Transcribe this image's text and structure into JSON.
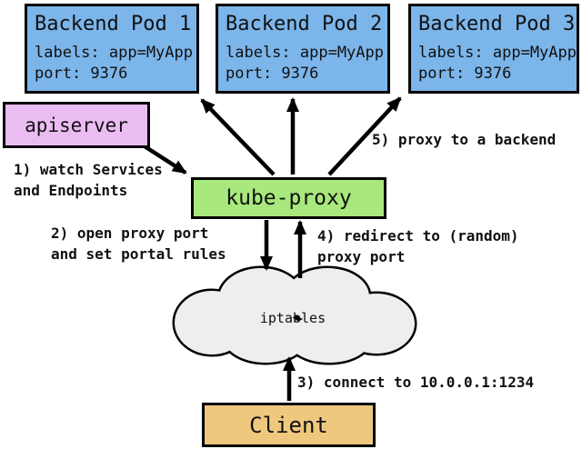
{
  "diagram": {
    "colors": {
      "pod_fill": "#7CB5EA",
      "apiserver_fill": "#EBBCF2",
      "kubeproxy_fill": "#A8E87C",
      "client_fill": "#EFC87F",
      "cloud_fill": "#EEEEEE",
      "line_color": "#000000"
    },
    "pods": [
      {
        "title": "Backend Pod 1",
        "labels_line": "labels: app=MyApp",
        "port_line": "port: 9376"
      },
      {
        "title": "Backend Pod 2",
        "labels_line": "labels: app=MyApp",
        "port_line": "port: 9376"
      },
      {
        "title": "Backend Pod 3",
        "labels_line": "labels: app=MyApp",
        "port_line": "port: 9376"
      }
    ],
    "nodes": {
      "apiserver": {
        "label": "apiserver"
      },
      "kube_proxy": {
        "label": "kube-proxy"
      },
      "iptables": {
        "label": "iptables"
      },
      "client": {
        "label": "Client"
      }
    },
    "annotations": {
      "step1": {
        "line1": "1) watch Services",
        "line2": "and Endpoints"
      },
      "step2": {
        "line1": "2) open proxy port",
        "line2": "and set portal rules"
      },
      "step3": {
        "line1": "3) connect to 10.0.0.1:1234"
      },
      "step4": {
        "line1": "4) redirect to (random)",
        "line2": "proxy port"
      },
      "step5": {
        "line1": "5) proxy to a backend"
      }
    }
  }
}
